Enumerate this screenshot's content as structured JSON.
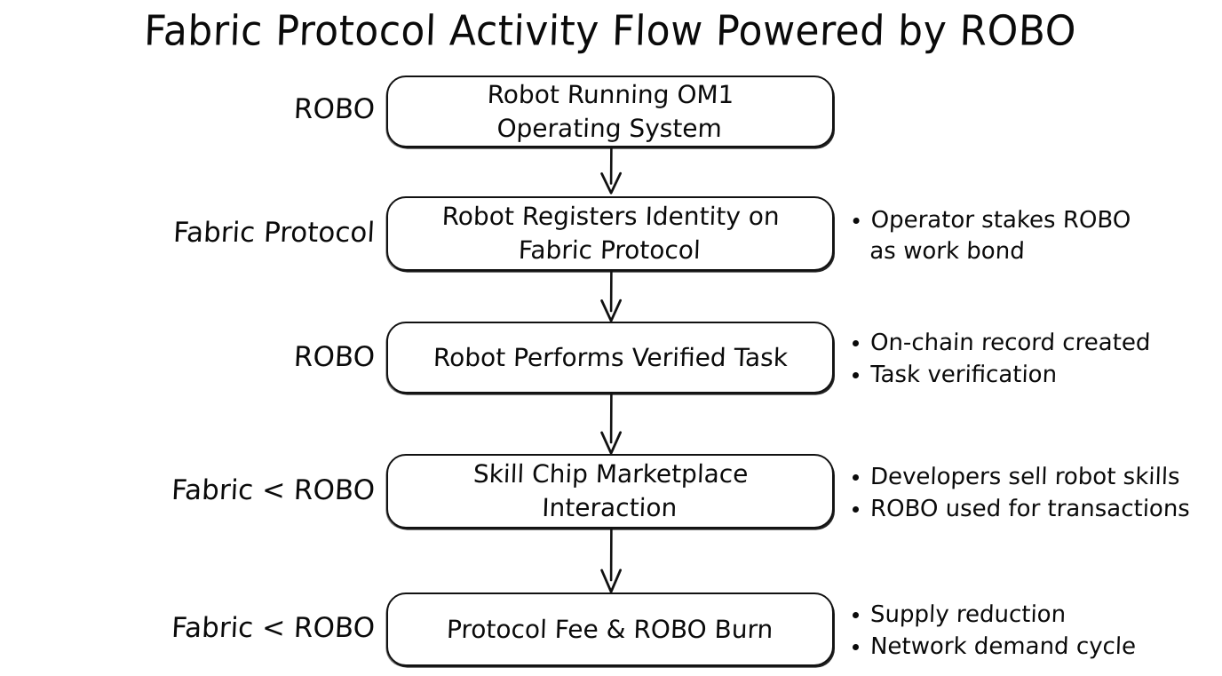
{
  "diagram": {
    "title": "Fabric Protocol Activity Flow Powered by ROBO",
    "type": "flowchart",
    "orientation": "vertical",
    "style": "hand-drawn",
    "colors": {
      "background": "#ffffff",
      "stroke": "#111111",
      "text": "#0a0a0a"
    },
    "steps": [
      {
        "stage_label": "ROBO",
        "node_text": "Robot Running OM1\nOperating System",
        "bullets": []
      },
      {
        "stage_label": "Fabric Protocol",
        "node_text": "Robot Registers Identity on\nFabric Protocol",
        "bullets": [
          "Operator stakes ROBO\nas work bond"
        ]
      },
      {
        "stage_label": "ROBO",
        "node_text": "Robot Performs Verified Task",
        "bullets": [
          "On-chain record created",
          "Task verification"
        ]
      },
      {
        "stage_label": "Fabric < ROBO",
        "node_text": "Skill Chip Marketplace Interaction",
        "bullets": [
          "Developers sell robot skills",
          "ROBO used for transactions"
        ]
      },
      {
        "stage_label": "Fabric < ROBO",
        "node_text": "Protocol Fee & ROBO Burn",
        "bullets": [
          "Supply reduction",
          "Network demand cycle"
        ]
      }
    ],
    "connectors": [
      {
        "from": "Robot Running OM1 Operating System",
        "to": "Robot Registers Identity on Fabric Protocol",
        "style": "arrow-down"
      },
      {
        "from": "Robot Registers Identity on Fabric Protocol",
        "to": "Robot Performs Verified Task",
        "style": "arrow-down"
      },
      {
        "from": "Robot Performs Verified Task",
        "to": "Skill Chip Marketplace Interaction",
        "style": "arrow-down"
      },
      {
        "from": "Skill Chip Marketplace Interaction",
        "to": "Protocol Fee & ROBO Burn",
        "style": "arrow-down"
      }
    ]
  }
}
